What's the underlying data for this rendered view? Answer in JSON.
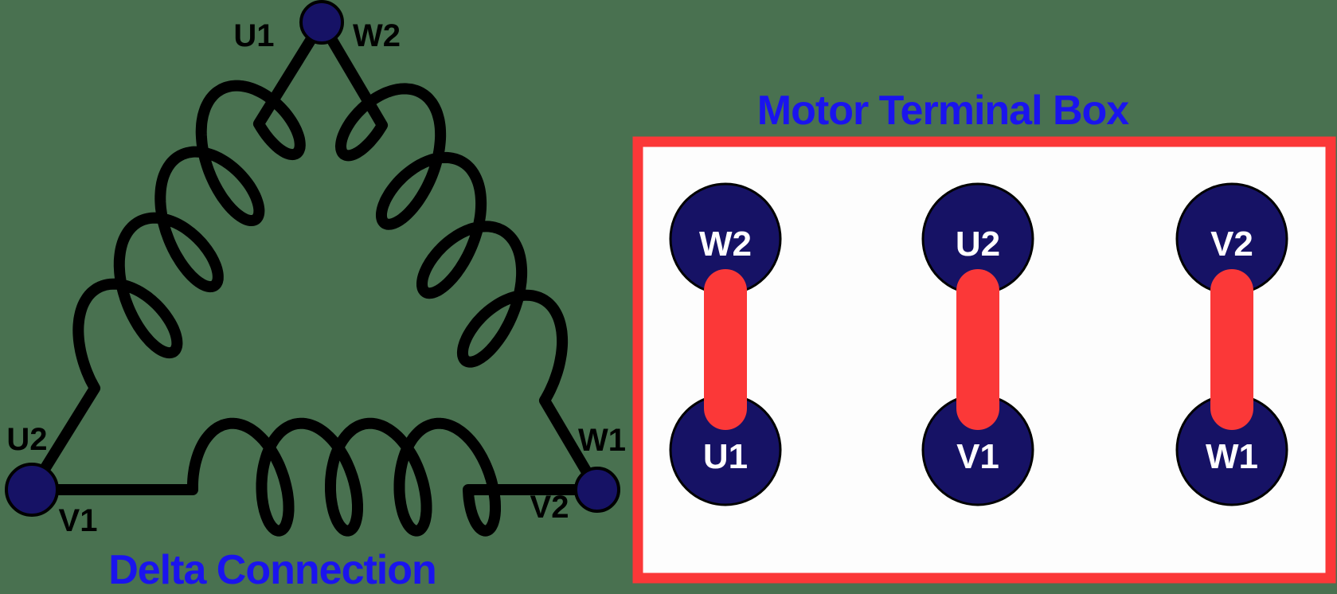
{
  "colors": {
    "background": "#497150",
    "navy": "#161265",
    "red": "#fb3838",
    "blue": "#1a14ee",
    "wire": "#000000",
    "box_fill": "#fdfdfd",
    "label_white": "#ffffff",
    "label_black": "#000000"
  },
  "delta": {
    "caption": "Delta Connection",
    "apex_left_label": "U1",
    "apex_right_label": "W2",
    "bottom_left_upper_label": "U2",
    "bottom_left_lower_label": "V1",
    "bottom_right_upper_label": "W1",
    "bottom_right_lower_label": "V2"
  },
  "terminal_box": {
    "title": "Motor Terminal Box",
    "pairs": [
      {
        "top": "W2",
        "bottom": "U1"
      },
      {
        "top": "U2",
        "bottom": "V1"
      },
      {
        "top": "V2",
        "bottom": "W1"
      }
    ]
  }
}
